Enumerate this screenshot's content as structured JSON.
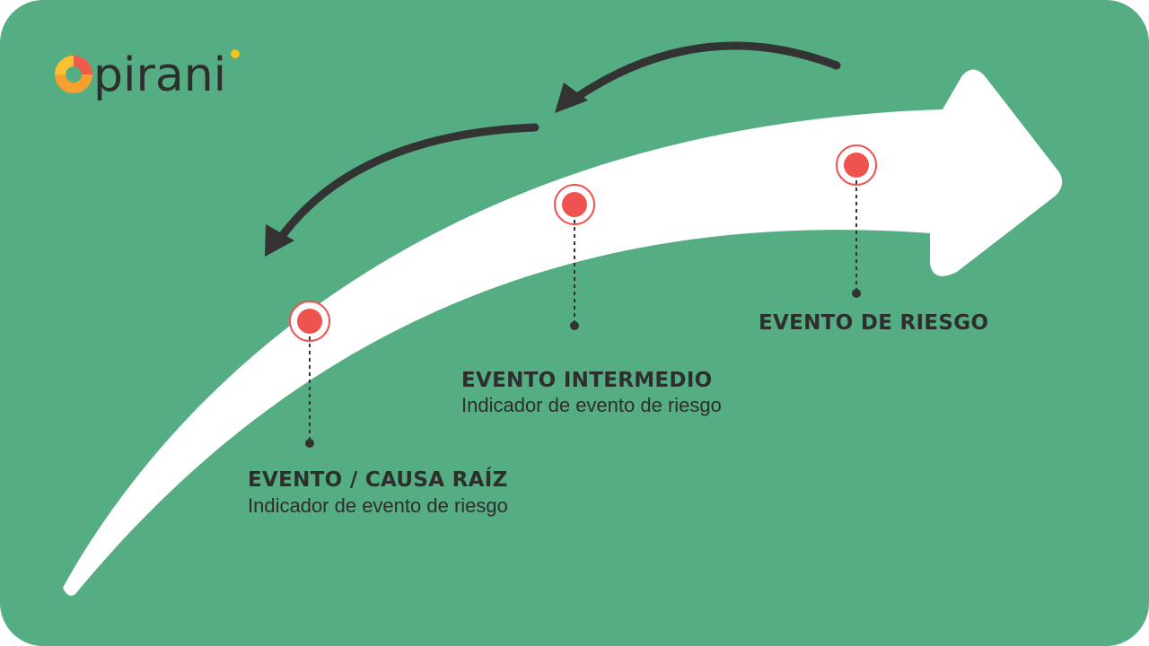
{
  "logo": {
    "text": "pirani"
  },
  "colors": {
    "background": "#55ad83",
    "arrow": "#ffffff",
    "marker": "#ef5350",
    "text": "#2e2e2e"
  },
  "events": [
    {
      "title": "EVENTO / CAUSA RAÍZ",
      "subtitle": "Indicador de evento de riesgo"
    },
    {
      "title": "EVENTO INTERMEDIO",
      "subtitle": "Indicador de evento de riesgo"
    },
    {
      "title": "EVENTO DE RIESGO"
    }
  ]
}
